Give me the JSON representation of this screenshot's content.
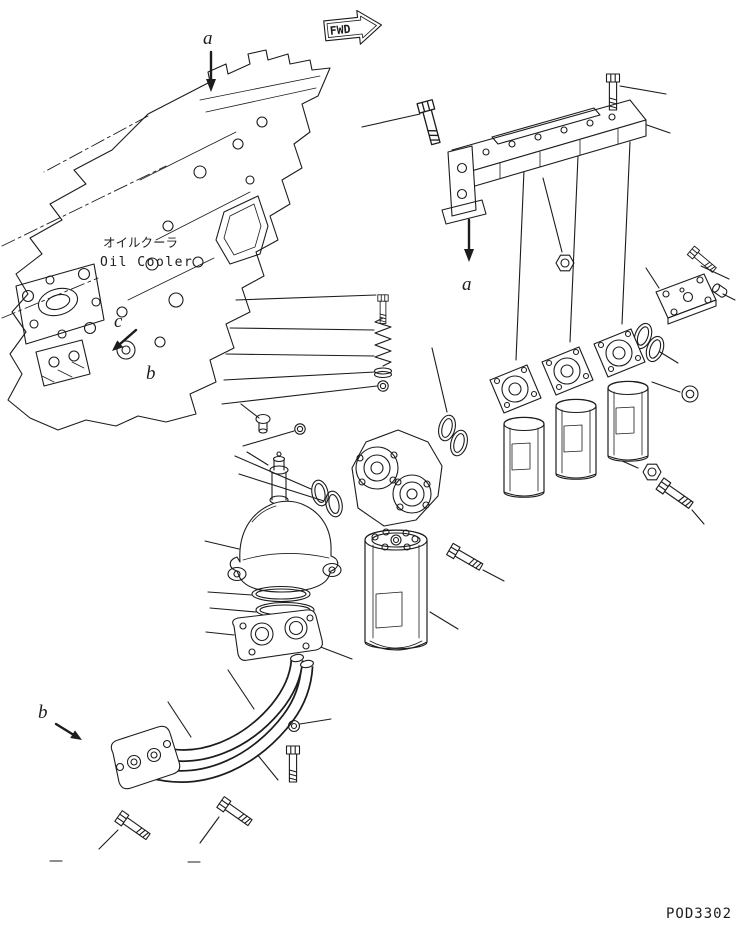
{
  "drawing": {
    "callout_a": "a",
    "callout_b": "b",
    "callout_c": "c",
    "fwd_label": "FWD",
    "oil_cooler_jp": "オイルクーラ",
    "oil_cooler_en": "Oil Cooler",
    "drawing_number": "POD3302",
    "colors": {
      "ink": "#1c1c1c",
      "paper": "#ffffff"
    }
  }
}
